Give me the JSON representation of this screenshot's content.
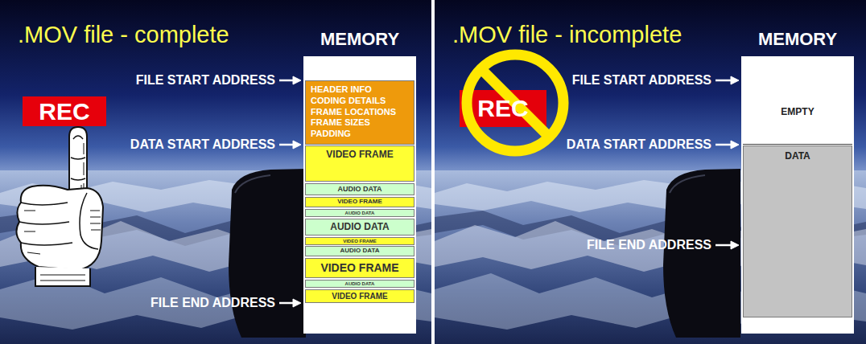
{
  "diagram": {
    "nodes": [
      {
        "text": [
          "REC"
        ]
      },
      {
        "text": [
          "MEMORY"
        ]
      },
      {
        "text": [
          "HEADER INFO CODING DETAILS FRAME LOCATIONS FRAME SIZES PADDING"
        ],
        "in": 1
      },
      {
        "text": [
          "VIDEO FRAME"
        ],
        "in": 1
      },
      {
        "text": [
          "AUDIO DATA"
        ],
        "in": 1
      },
      {
        "text": [
          "VIDEO FRAME"
        ],
        "in": 1
      },
      {
        "text": [
          "AUDIO DATA"
        ],
        "in": 1
      },
      {
        "text": [
          "AUDIO DATA"
        ],
        "in": 1
      },
      {
        "text": [
          "VIDEO FRAME"
        ],
        "in": 1
      },
      {
        "text": [
          "AUDIO DATA"
        ],
        "in": 1
      },
      {
        "text": [
          "VIDEO FRAME"
        ],
        "in": 1
      },
      {
        "text": [
          "AUDIO DATA"
        ],
        "in": 1
      },
      {
        "text": [
          "VIDEO FRAME"
        ],
        "in": 1
      },
      {
        "text": [
          "REC"
        ]
      },
      {
        "text": [
          "MEMORY"
        ]
      },
      {
        "text": [
          "EMPTY"
        ],
        "in": 14
      },
      {
        "text": [
          "DATA"
        ],
        "in": 14
      }
    ],
    "labels": [
      ".MOV file - complete",
      "FILE START ADDRESS",
      "DATA START ADDRESS",
      "FILE END ADDRESS",
      ".MOV file - incomplete",
      "FILE START ADDRESS",
      "DATA START ADDRESS",
      "FILE END ADDRESS"
    ]
  }
}
